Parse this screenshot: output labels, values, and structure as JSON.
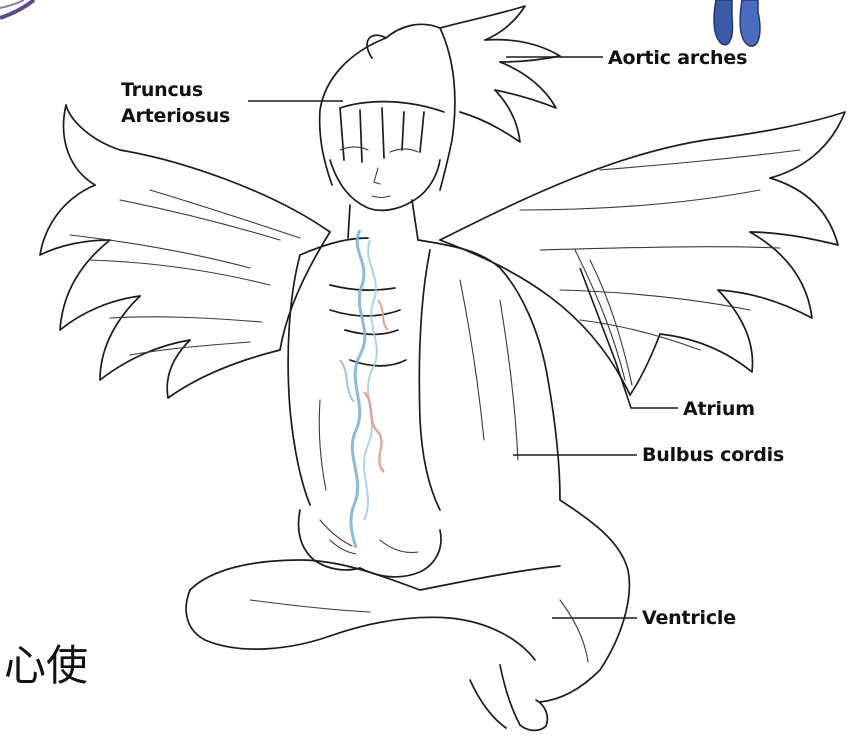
{
  "labels": {
    "truncus_line1": "Truncus",
    "truncus_line2": "Arteriosus",
    "aortic_arches": "Aortic arches",
    "atrium": "Atrium",
    "bulbus_cordis": "Bulbus cordis",
    "ventricle": "Ventricle"
  },
  "caption_cjk": "心使",
  "colors": {
    "ink": "#1c1c1c",
    "blue_pencil": "#7fb3d9",
    "red_pencil": "#e3a08f",
    "corner_blue": "#3a5aa8",
    "corner_purple": "#5b4a8a"
  }
}
